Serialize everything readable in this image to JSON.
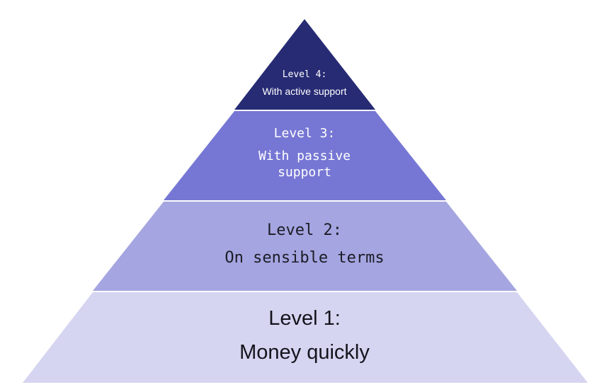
{
  "levels": [
    {
      "title": "Level 4:",
      "subtitle": "With active support",
      "color": "#272b74"
    },
    {
      "title": "Level 3:",
      "subtitle": "With passive support",
      "color": "#7677d4"
    },
    {
      "title": "Level 2:",
      "subtitle": "On sensible terms",
      "color": "#a5a5e1"
    },
    {
      "title": "Level 1:",
      "subtitle": "Money quickly",
      "color": "#d5d5f1"
    }
  ]
}
